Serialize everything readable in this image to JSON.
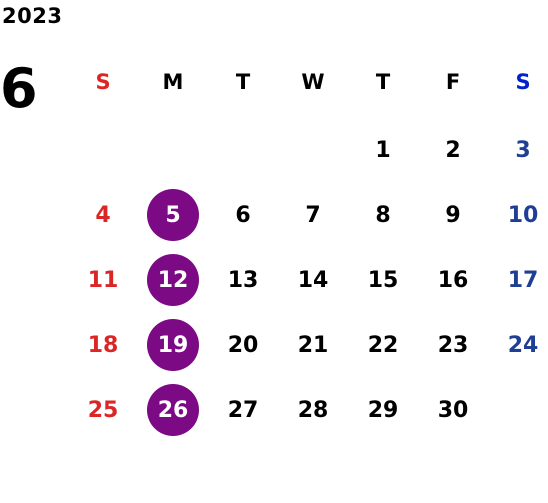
{
  "year": "2023",
  "month": "6",
  "weekdays": [
    "S",
    "M",
    "T",
    "W",
    "T",
    "F",
    "S"
  ],
  "weeks": [
    [
      "",
      "",
      "",
      "",
      "1",
      "2",
      "3"
    ],
    [
      "4",
      "5",
      "6",
      "7",
      "8",
      "9",
      "10"
    ],
    [
      "11",
      "12",
      "13",
      "14",
      "15",
      "16",
      "17"
    ],
    [
      "18",
      "19",
      "20",
      "21",
      "22",
      "23",
      "24"
    ],
    [
      "25",
      "26",
      "27",
      "28",
      "29",
      "30",
      ""
    ]
  ],
  "highlighted_days": [
    "5",
    "12",
    "19",
    "26"
  ],
  "colors": {
    "sunday": "#dc2626",
    "saturday_header": "#0022cc",
    "saturday": "#1f3f94",
    "highlight_circle": "#7b0a84",
    "text": "#000000"
  }
}
